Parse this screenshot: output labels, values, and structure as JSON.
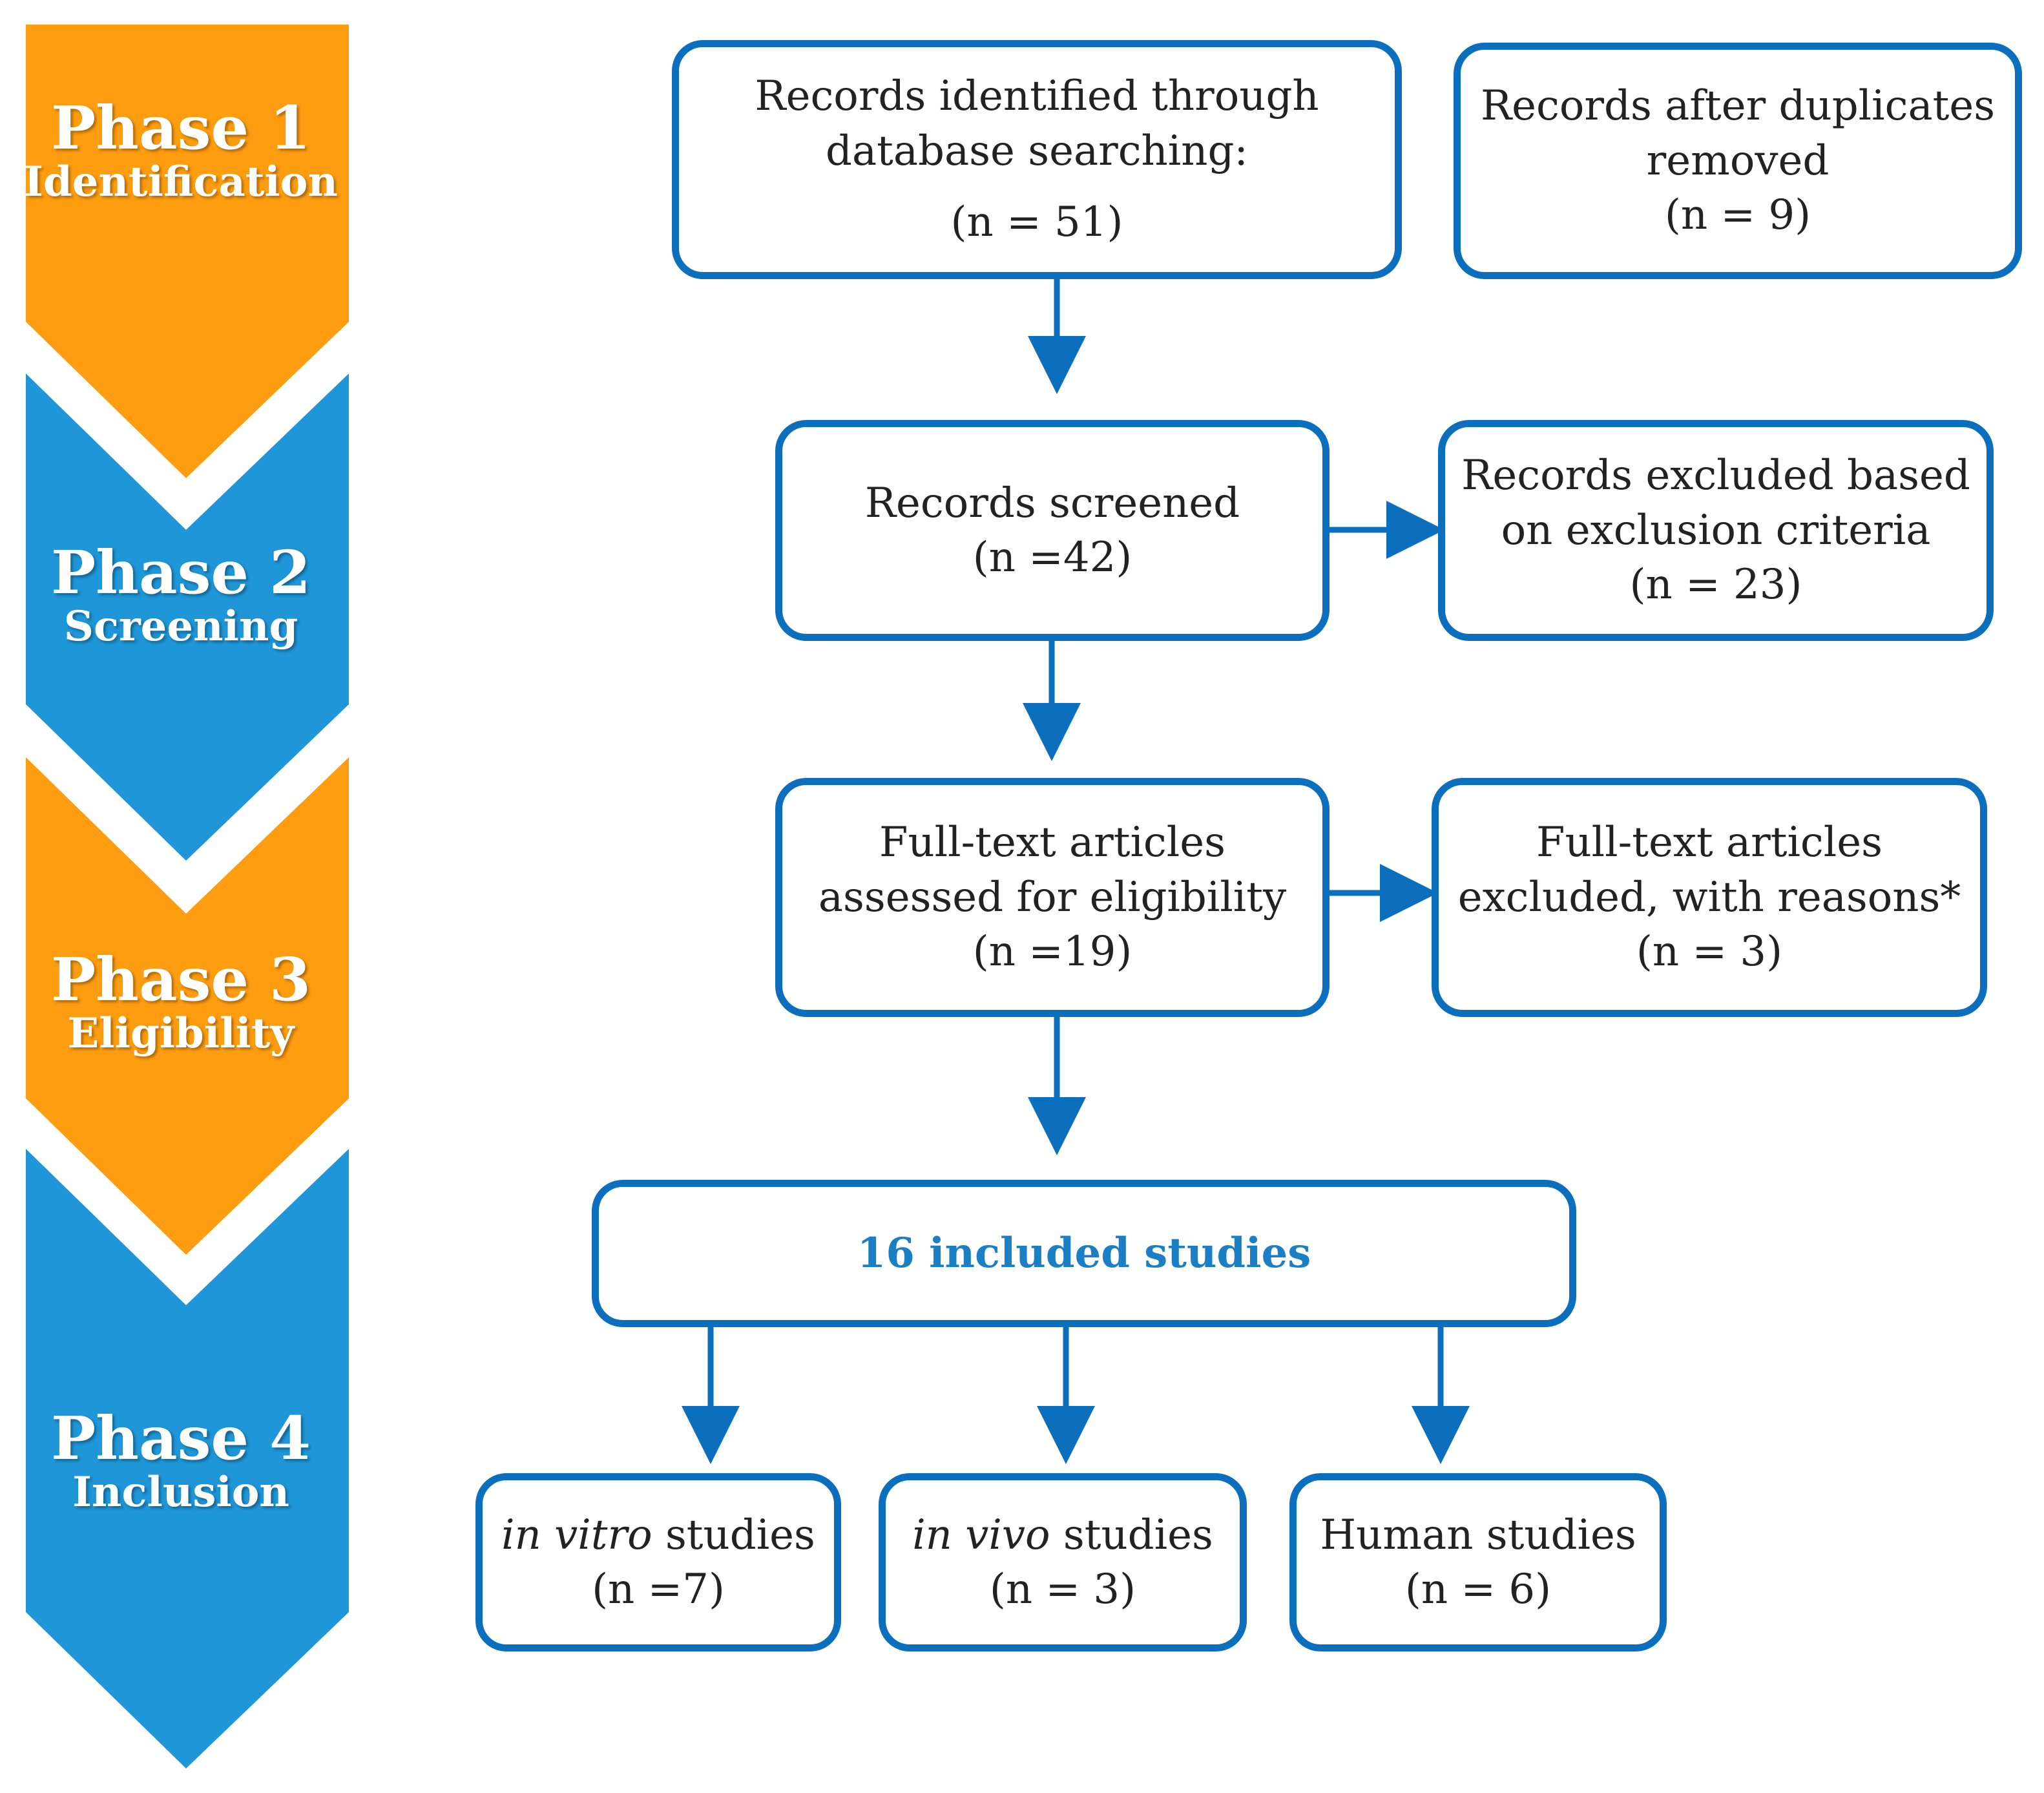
{
  "colors": {
    "phase_orange": "#ff9d10",
    "phase_blue": "#1e96d8",
    "box_border": "#0b6fbd",
    "arrow": "#0b6fbd",
    "included_text": "#1a7fc4"
  },
  "phases": [
    {
      "number": "Phase 1",
      "name": "Identification",
      "color": "orange"
    },
    {
      "number": "Phase 2",
      "name": "Screening",
      "color": "blue"
    },
    {
      "number": "Phase 3",
      "name": "Eligibility",
      "color": "orange"
    },
    {
      "number": "Phase 4",
      "name": "Inclusion",
      "color": "blue"
    }
  ],
  "boxes": {
    "identified": {
      "line1": "Records identified through",
      "line2": "database searching:",
      "count": "(n = 51)"
    },
    "duplicates": {
      "line1": "Records after duplicates",
      "line2": "removed",
      "count": "(n = 9)"
    },
    "screened": {
      "line1": "Records screened",
      "count": "(n =42)"
    },
    "excluded": {
      "line1": "Records excluded  based",
      "line2": "on exclusion criteria",
      "count": "(n = 23)"
    },
    "fulltext": {
      "line1": "Full-text articles",
      "line2": "assessed  for eligibility",
      "count": "(n =19)"
    },
    "fulltext_excluded": {
      "line1": "Full-text articles",
      "line2": "excluded, with reasons*",
      "count": "(n = 3)"
    },
    "included": {
      "label": "16 included studies"
    },
    "in_vitro": {
      "italic": "in vitro",
      "rest": " studies",
      "count": "(n =7)"
    },
    "in_vivo": {
      "italic": "in vivo",
      "rest": " studies",
      "count": "(n = 3)"
    },
    "human": {
      "line1": "Human studies",
      "count": "(n = 6)"
    }
  }
}
